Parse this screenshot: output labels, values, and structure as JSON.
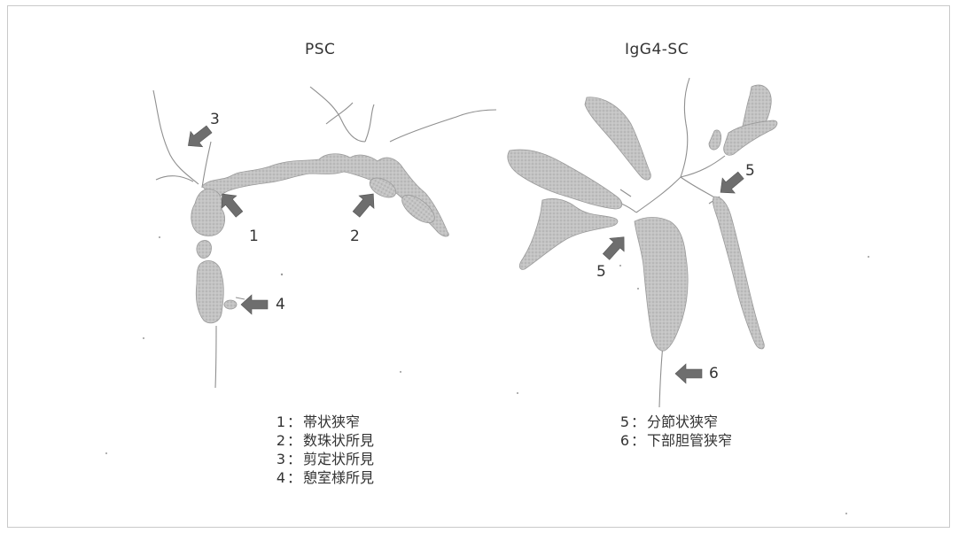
{
  "panels": {
    "left": {
      "title": "PSC"
    },
    "right": {
      "title": "IgG4-SC"
    }
  },
  "callouts": [
    {
      "num": "1"
    },
    {
      "num": "2"
    },
    {
      "num": "3"
    },
    {
      "num": "4"
    },
    {
      "num": "5"
    },
    {
      "num": "5"
    },
    {
      "num": "6"
    }
  ],
  "legend": {
    "left": [
      {
        "num": "1",
        "label": "帯状狭窄"
      },
      {
        "num": "2",
        "label": "数珠状所見"
      },
      {
        "num": "3",
        "label": "剪定状所見"
      },
      {
        "num": "4",
        "label": "憩室様所見"
      }
    ],
    "right": [
      {
        "num": "5",
        "label": "分節状狭窄"
      },
      {
        "num": "6",
        "label": "下部胆管狭窄"
      }
    ],
    "separator": "："
  },
  "colors": {
    "duct_fill": "#bdbdbd",
    "duct_line": "#9a9a9a",
    "arrow": "#6e6e6e",
    "text": "#333333"
  }
}
